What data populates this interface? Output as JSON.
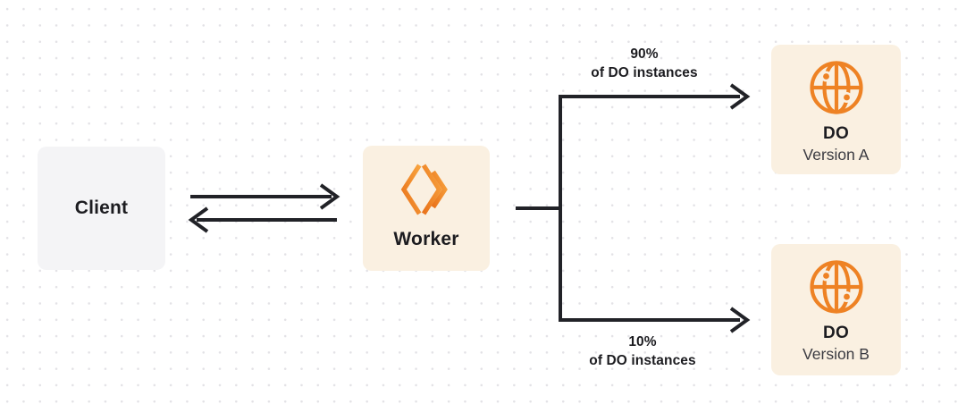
{
  "nodes": {
    "client": {
      "label": "Client"
    },
    "worker": {
      "label": "Worker",
      "icon": "cloudflare-workers-logo"
    },
    "do_version_a": {
      "title": "DO",
      "subtitle": "Version A",
      "icon": "durable-object-globe"
    },
    "do_version_b": {
      "title": "DO",
      "subtitle": "Version B",
      "icon": "durable-object-globe"
    }
  },
  "edges": {
    "client_worker": {
      "type": "bidirectional-arrows"
    },
    "split_top": {
      "percent": "90%",
      "caption": "of DO instances"
    },
    "split_bottom": {
      "percent": "10%",
      "caption": "of DO instances"
    }
  },
  "colors": {
    "orange": "#EE8224",
    "orange_light": "#F8A43F",
    "orange_dark": "#E9731B",
    "cream": "#FAF0E1",
    "client_gray": "#F4F4F6",
    "line": "#212227",
    "text_primary": "#1C1C20",
    "text_secondary": "#3A3A41",
    "dot_grid": "#E3E2E6",
    "canvas_bg": "#FFFFFF"
  }
}
